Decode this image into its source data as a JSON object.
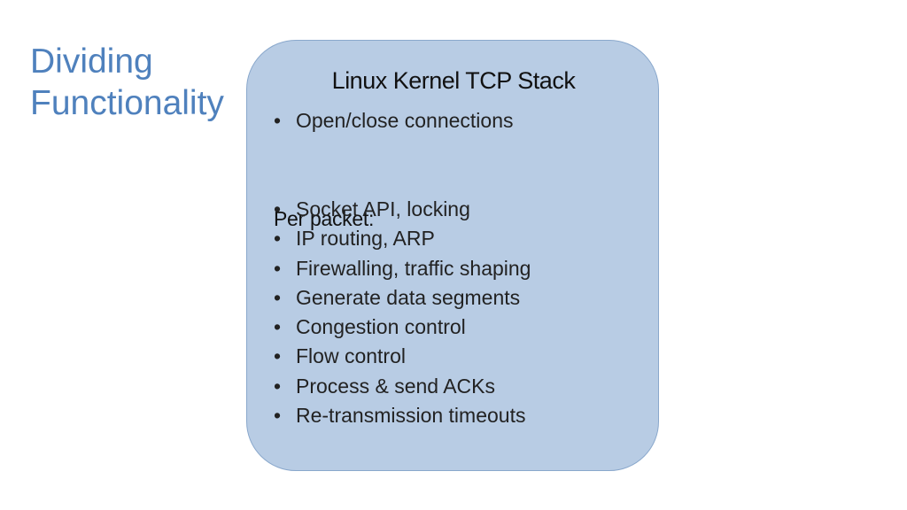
{
  "slide": {
    "title_lines": [
      "Dividing",
      "Functionality"
    ],
    "box": {
      "heading": "Linux Kernel TCP Stack",
      "top_items": [
        "Open/close connections"
      ],
      "section_label": "Per packet:",
      "per_packet_items": [
        "Socket API, locking",
        "IP routing, ARP",
        "Firewalling, traffic shaping",
        "Generate data segments",
        "Congestion control",
        "Flow control",
        "Process & send ACKs",
        "Re-transmission timeouts"
      ]
    },
    "bullet_glyph": "•"
  },
  "colors": {
    "title": "#4f81bd",
    "box_fill": "#b8cce4",
    "box_border": "#8aa8cc",
    "text": "#222222"
  }
}
